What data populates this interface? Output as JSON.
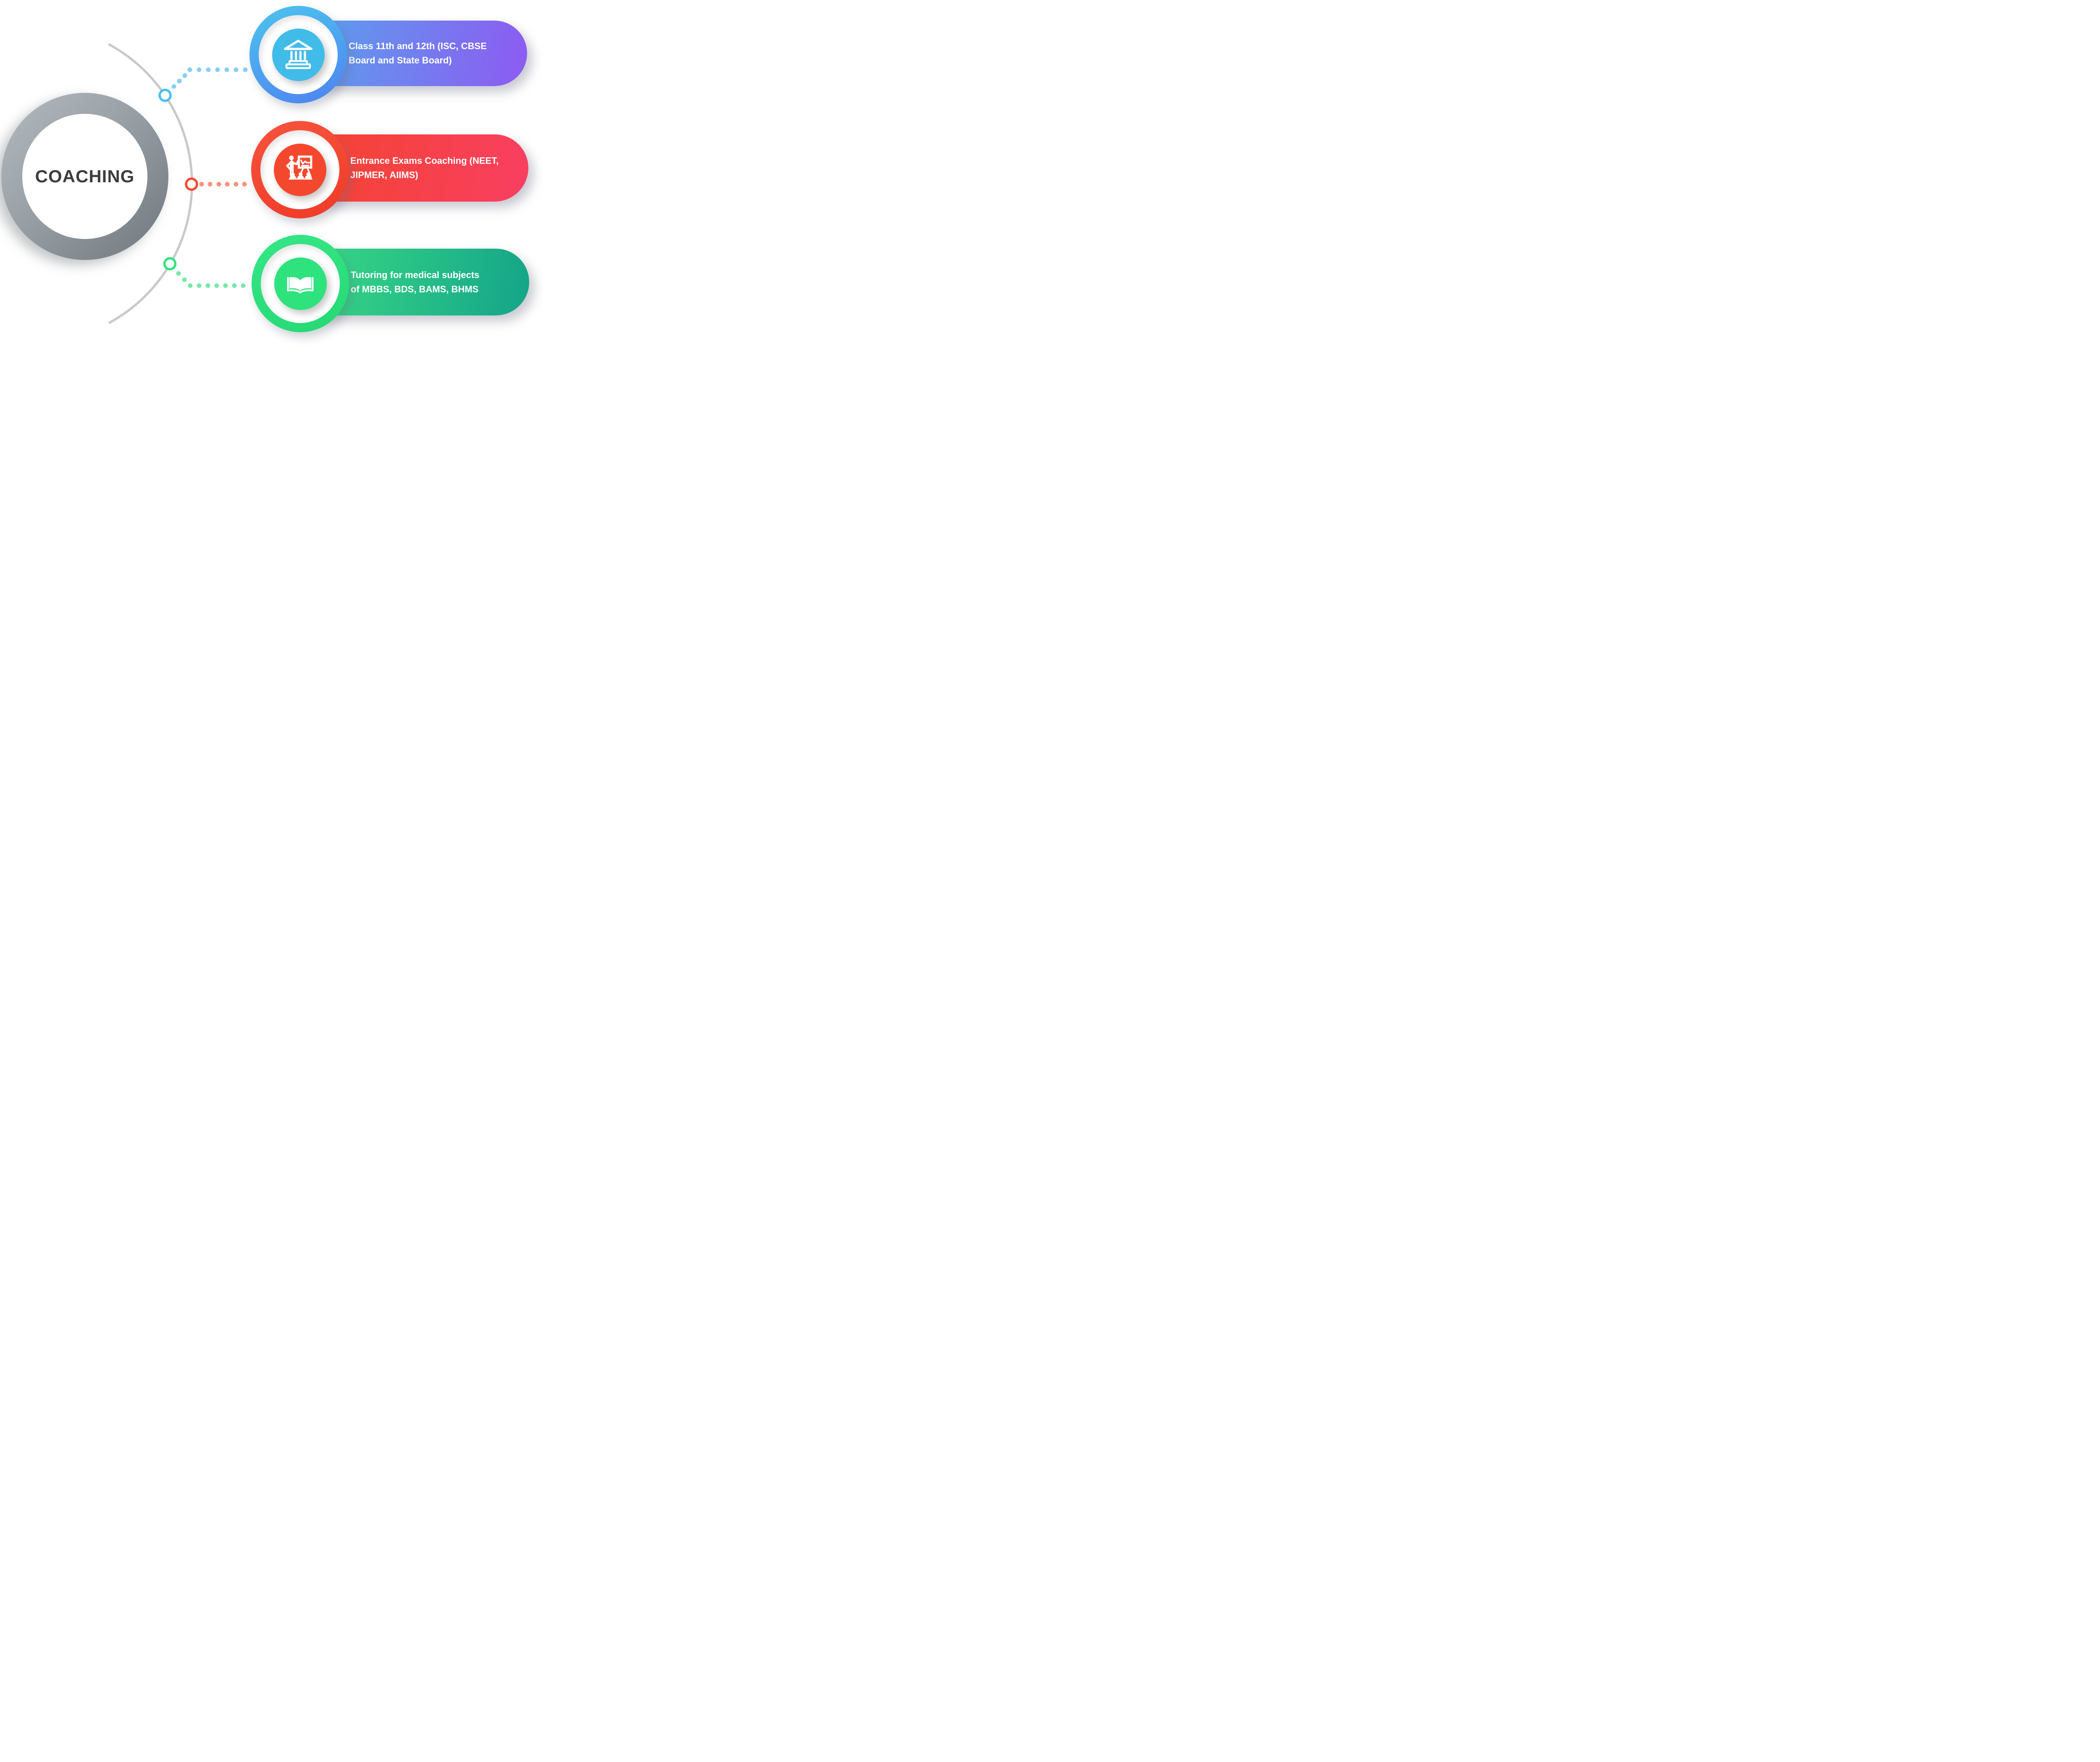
{
  "center": {
    "label": "COACHING"
  },
  "items": [
    {
      "name": "class-11-12",
      "icon": "bank-icon",
      "label": "Class 11th and 12th (ISC, CBSE Board and State Board)",
      "label_lines": [
        "Class 11th and 12th (ISC, CBSE",
        "Board and State Board)"
      ],
      "colors": {
        "inner": "#41bce9",
        "ring_start": "#4cbbee",
        "ring_end": "#4e85f1",
        "pill_start": "#57a5ec",
        "pill_end": "#8d5af2",
        "dot": "#86cef4",
        "node_ring": "#45c0f0"
      }
    },
    {
      "name": "entrance-exams",
      "icon": "training-presentation-icon",
      "label": "Entrance Exams Coaching (NEET, JIPMER, AIIMS)",
      "label_lines": [
        "Entrance Exams Coaching (NEET,",
        "JIPMER, AIIMS)"
      ],
      "colors": {
        "inner": "#f4482e",
        "ring_start": "#f6503a",
        "ring_end": "#ef3c28",
        "pill_start": "#f4432d",
        "pill_end": "#f93f62",
        "dot": "#f7927e",
        "node_ring": "#f44a2e"
      }
    },
    {
      "name": "medical-tutoring",
      "icon": "open-book-icon",
      "label": "Tutoring for medical subjects of MBBS, BDS, BAMS, BHMS",
      "label_lines": [
        "Tutoring for medical subjects",
        "of MBBS, BDS, BAMS, BHMS"
      ],
      "colors": {
        "inner": "#2ee27d",
        "ring_start": "#33e584",
        "ring_end": "#25d974",
        "pill_start": "#3bdc85",
        "pill_end": "#14a489",
        "dot": "#79e9ab",
        "node_ring": "#30e380"
      }
    }
  ],
  "decor": {
    "page_bg": "#ffffff",
    "arc_color": "#c9c9c9",
    "center_ring_start": "#b4babf",
    "center_ring_end": "#6f767c",
    "center_label_color": "#3c3c3c"
  }
}
